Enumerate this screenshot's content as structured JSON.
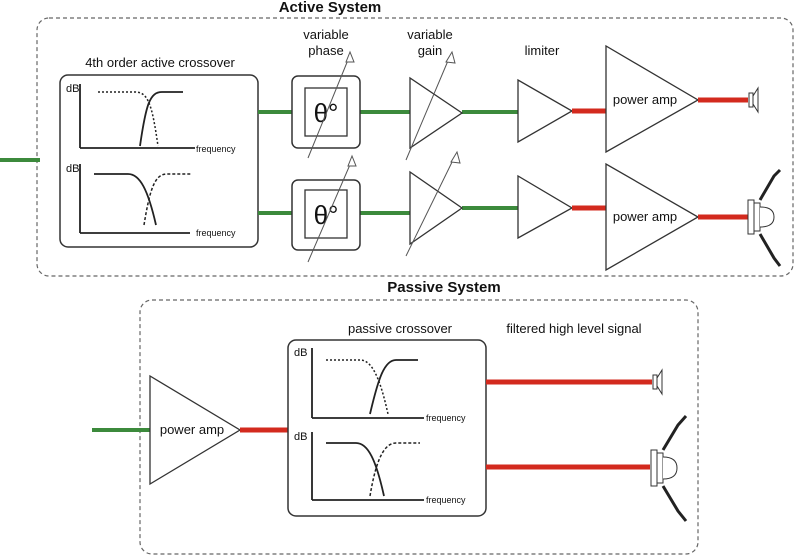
{
  "active": {
    "title": "Active System",
    "crossover_label": "4th order active crossover",
    "phase_label_1": "variable",
    "phase_label_2": "phase",
    "gain_label_1": "variable",
    "gain_label_2": "gain",
    "limiter_label": "limiter",
    "phase_symbol": "θ°",
    "amp_label": "power amp",
    "db_label": "dB",
    "freq_label": "frequency"
  },
  "passive": {
    "title": "Passive System",
    "crossover_label": "passive crossover",
    "signal_label": "filtered high level signal",
    "amp_label": "power amp",
    "db_label": "dB",
    "freq_label": "frequency"
  },
  "colors": {
    "line_signal": "#3c8a3c",
    "speaker_signal": "#d32a1e",
    "box_stroke": "#333333"
  }
}
